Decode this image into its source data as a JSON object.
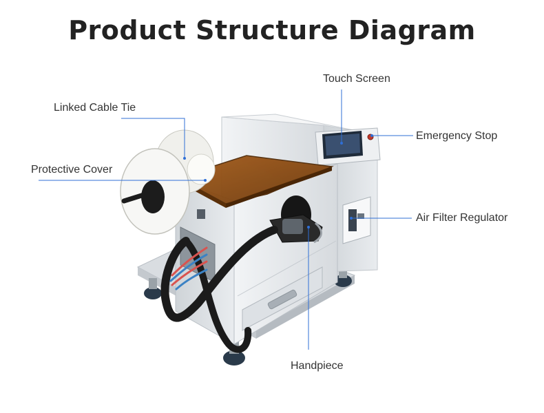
{
  "title": "Product Structure Diagram",
  "colors": {
    "leader_line": "#2f6fd6",
    "cover_amber": "#8a4a12",
    "machine_body": "#e6e9ec",
    "cable_black": "#1b1b1b"
  },
  "labels": {
    "linked_cable_tie": "Linked Cable Tie",
    "protective_cover": "Protective Cover",
    "touch_screen": "Touch Screen",
    "emergency_stop": "Emergency Stop",
    "air_filter_regulator": "Air Filter Regulator",
    "handpiece": "Handpiece"
  }
}
